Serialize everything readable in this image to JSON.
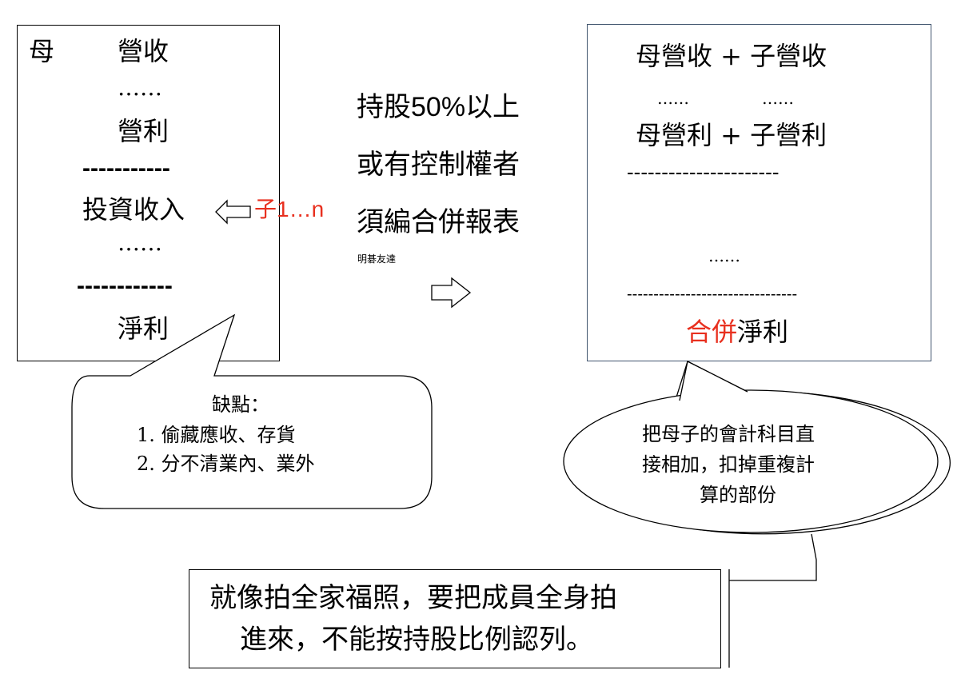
{
  "parent": {
    "label": "母",
    "revenue": "營收",
    "dots1": "……",
    "profit": "營利",
    "dash1": "-----------",
    "investment_income": "投資收入",
    "dots2": "……",
    "dash2": "------------",
    "net_income": "淨利"
  },
  "subsidiary": {
    "prefix": "子",
    "range": "1…n"
  },
  "center": {
    "line1": "持股50%以上",
    "line2": "或有控制權者",
    "line3": "須編合併報表",
    "author": "明碁友達"
  },
  "consolidated": {
    "revenue_line": "母營收 + 子營收",
    "dots_a": "……",
    "dots_b": "……",
    "profit_line": "母營利 + 子營利",
    "dash1": "----------------------",
    "dots_mid": "……",
    "dash2": "--------------------------------",
    "net_red": "合併",
    "net_black": "淨利"
  },
  "callout_left": {
    "title": "缺點：",
    "item1": "1. 偷藏應收、存貨",
    "item2": "2. 分不清業內、業外"
  },
  "callout_right": {
    "line1": "把母子的會計科目直",
    "line2": "接相加，扣掉重複計",
    "line3": "算的部份"
  },
  "bottom_box": {
    "line1": "就像拍全家福照，要把成員全身拍",
    "line2": "進來，不能按持股比例認列。"
  },
  "colors": {
    "accent_red": "#e8301f",
    "right_box_border": "#41556e"
  }
}
